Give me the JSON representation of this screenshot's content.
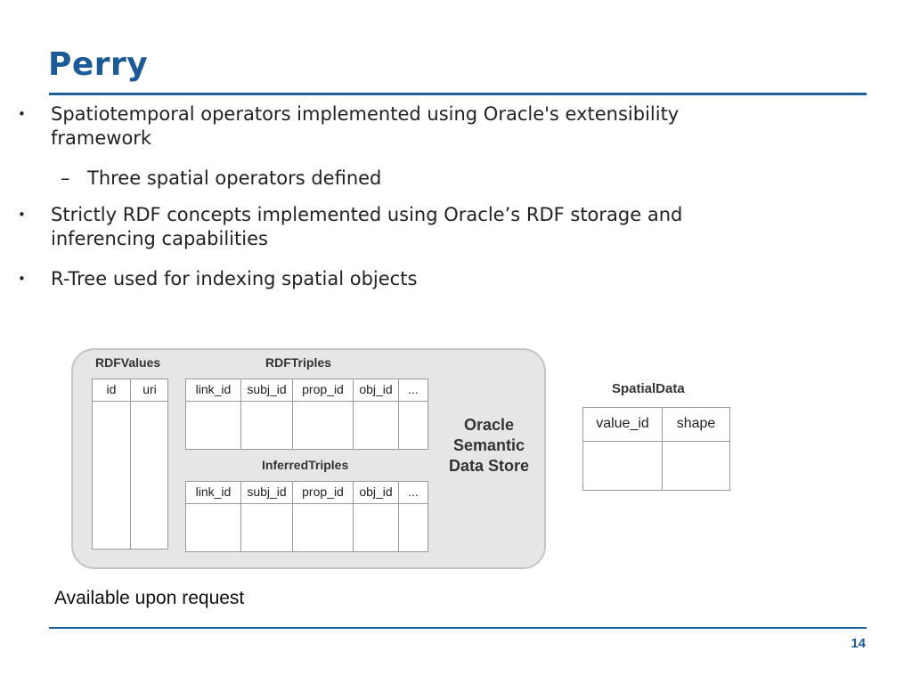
{
  "slide": {
    "title": "Perry",
    "page_number": "14",
    "note": "Available upon request"
  },
  "bullets": [
    {
      "marker": "•",
      "text": "Spatiotemporal operators implemented using Oracle's extensibility framework"
    },
    {
      "marker": "•",
      "text": "Strictly RDF concepts implemented using Oracle’s RDF storage and inferencing capabilities"
    },
    {
      "marker": "•",
      "text": "R-Tree used for indexing spatial objects"
    }
  ],
  "sub_bullets": [
    {
      "marker": "–",
      "text": "Three spatial operators defined"
    }
  ],
  "diagram": {
    "store_label": "Oracle Semantic Data Store",
    "rdf_values": {
      "title": "RDFValues",
      "columns": [
        "id",
        "uri"
      ]
    },
    "rdf_triples": {
      "title": "RDFTriples",
      "columns": [
        "link_id",
        "subj_id",
        "prop_id",
        "obj_id",
        "..."
      ]
    },
    "inferred_triples": {
      "title": "InferredTriples",
      "columns": [
        "link_id",
        "subj_id",
        "prop_id",
        "obj_id",
        "..."
      ]
    },
    "spatial_data": {
      "title": "SpatialData",
      "columns": [
        "value_id",
        "shape"
      ]
    }
  },
  "colors": {
    "accent": "#1a5a96",
    "rule": "#1f5f99",
    "store_fill": "#e6e6e6"
  }
}
